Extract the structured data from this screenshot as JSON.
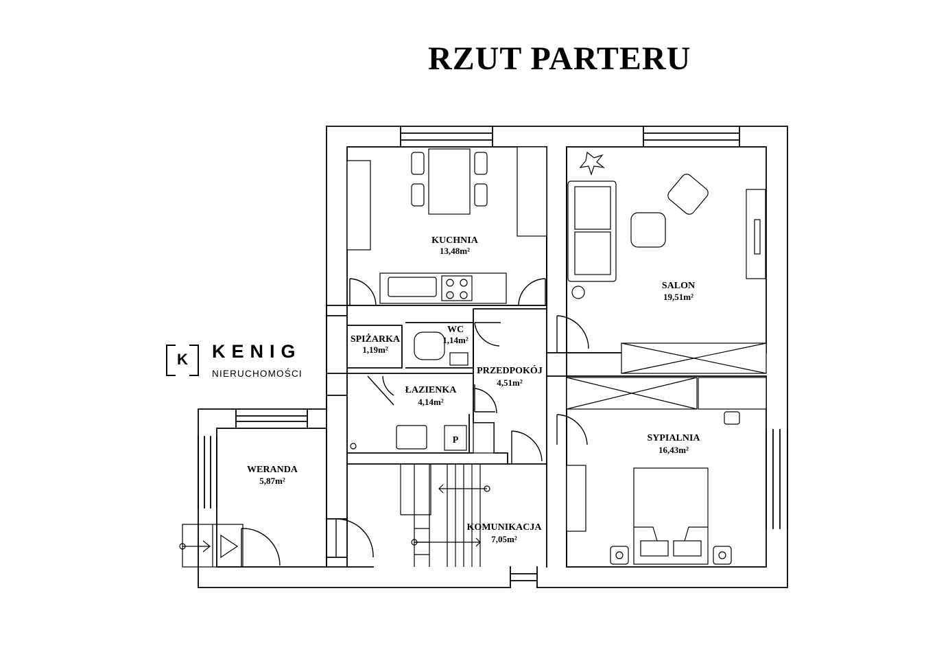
{
  "title": "RZUT PARTERU",
  "logo": {
    "letter": "K",
    "name": "KENIG",
    "subtitle": "NIERUCHOMOŚCI"
  },
  "rooms": {
    "kuchnia": {
      "name": "KUCHNIA",
      "area": "13,48m²"
    },
    "salon": {
      "name": "SALON",
      "area": "19,51m²"
    },
    "wc": {
      "name": "WC",
      "area": "1,14m²"
    },
    "spizarka": {
      "name": "SPIŻARKA",
      "area": "1,19m²"
    },
    "przedpokoj": {
      "name": "PRZEDPOKÓJ",
      "area": "4,51m²"
    },
    "lazienka": {
      "name": "ŁAZIENKA",
      "area": "4,14m²"
    },
    "sypialnia": {
      "name": "SYPIALNIA",
      "area": "16,43m²"
    },
    "weranda": {
      "name": "WERANDA",
      "area": "5,87m²"
    },
    "komunikacja": {
      "name": "KOMUNIKACJA",
      "area": "7,05m²"
    }
  },
  "fixtures": {
    "boiler_label": "P"
  }
}
